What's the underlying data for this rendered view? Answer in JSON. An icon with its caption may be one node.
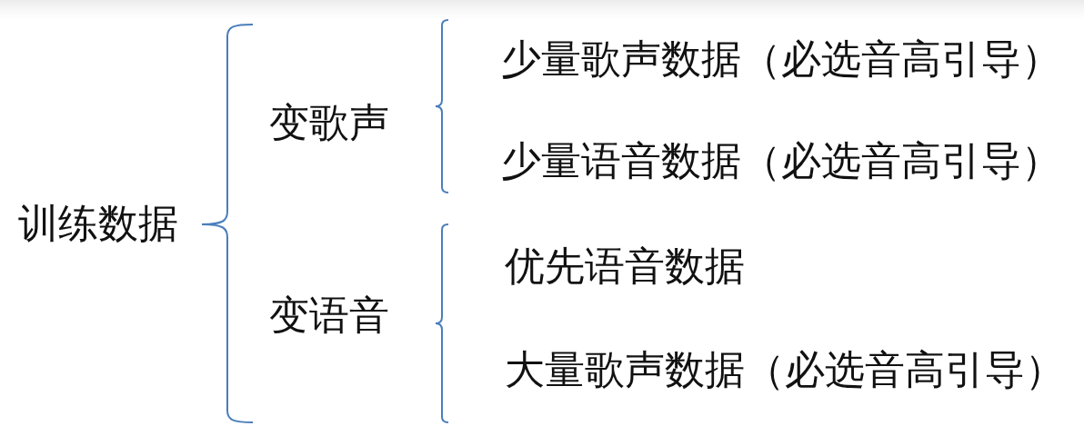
{
  "diagram": {
    "labels": [
      "训练数据",
      "变歌声",
      "少量歌声数据（必选音高引导）",
      "少量语音数据（必选音高引导）",
      "变语音",
      "优先语音数据",
      "大量歌声数据（必选音高引导）"
    ]
  }
}
